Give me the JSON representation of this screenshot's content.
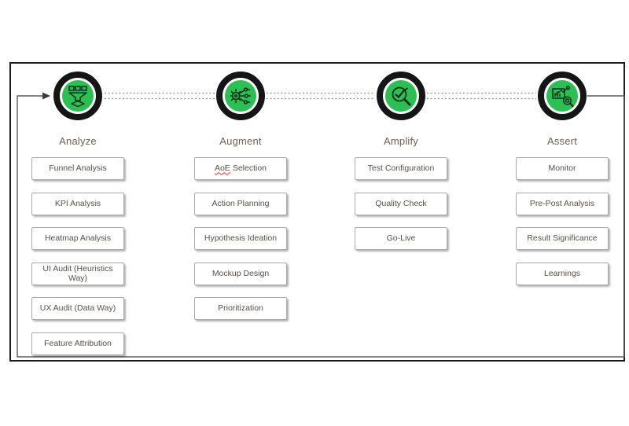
{
  "diagram": {
    "type": "process-flow",
    "flow": "Analyze -> Augment -> Amplify -> Assert, loop back from Assert to Analyze",
    "stages": [
      {
        "title": "Analyze",
        "icon": "funnel-data-icon",
        "items": [
          "Funnel Analysis",
          "KPI Analysis",
          "Heatmap Analysis",
          "UI Audit (Heuristics Way)",
          "UX Audit (Data Way)",
          "Feature Attribution"
        ]
      },
      {
        "title": "Augment",
        "icon": "gear-network-icon",
        "items": [
          {
            "word": "AoE",
            "rest": "Selection"
          },
          "Action Planning",
          "Hypothesis Ideation",
          "Mockup Design",
          "Prioritization"
        ]
      },
      {
        "title": "Amplify",
        "icon": "magnifier-check-icon",
        "items": [
          "Test Configuration",
          "Quality Check",
          "Go-Live"
        ]
      },
      {
        "title": "Assert",
        "icon": "chart-magnifier-icon",
        "items": [
          "Monitor",
          "Pre-Post Analysis",
          "Result Significance",
          "Learnings"
        ]
      }
    ],
    "colors": {
      "stage_green": "#2bbf54",
      "ring_black": "#151515",
      "connector_gray": "#5a5a5a",
      "dotted_gray": "#8a8a8a",
      "title_text": "#6f6150",
      "item_text": "#575046",
      "box_border": "#a9a9a9",
      "frame_border": "#1c1c1c",
      "spellcheck_red": "#ff2a2a"
    }
  }
}
